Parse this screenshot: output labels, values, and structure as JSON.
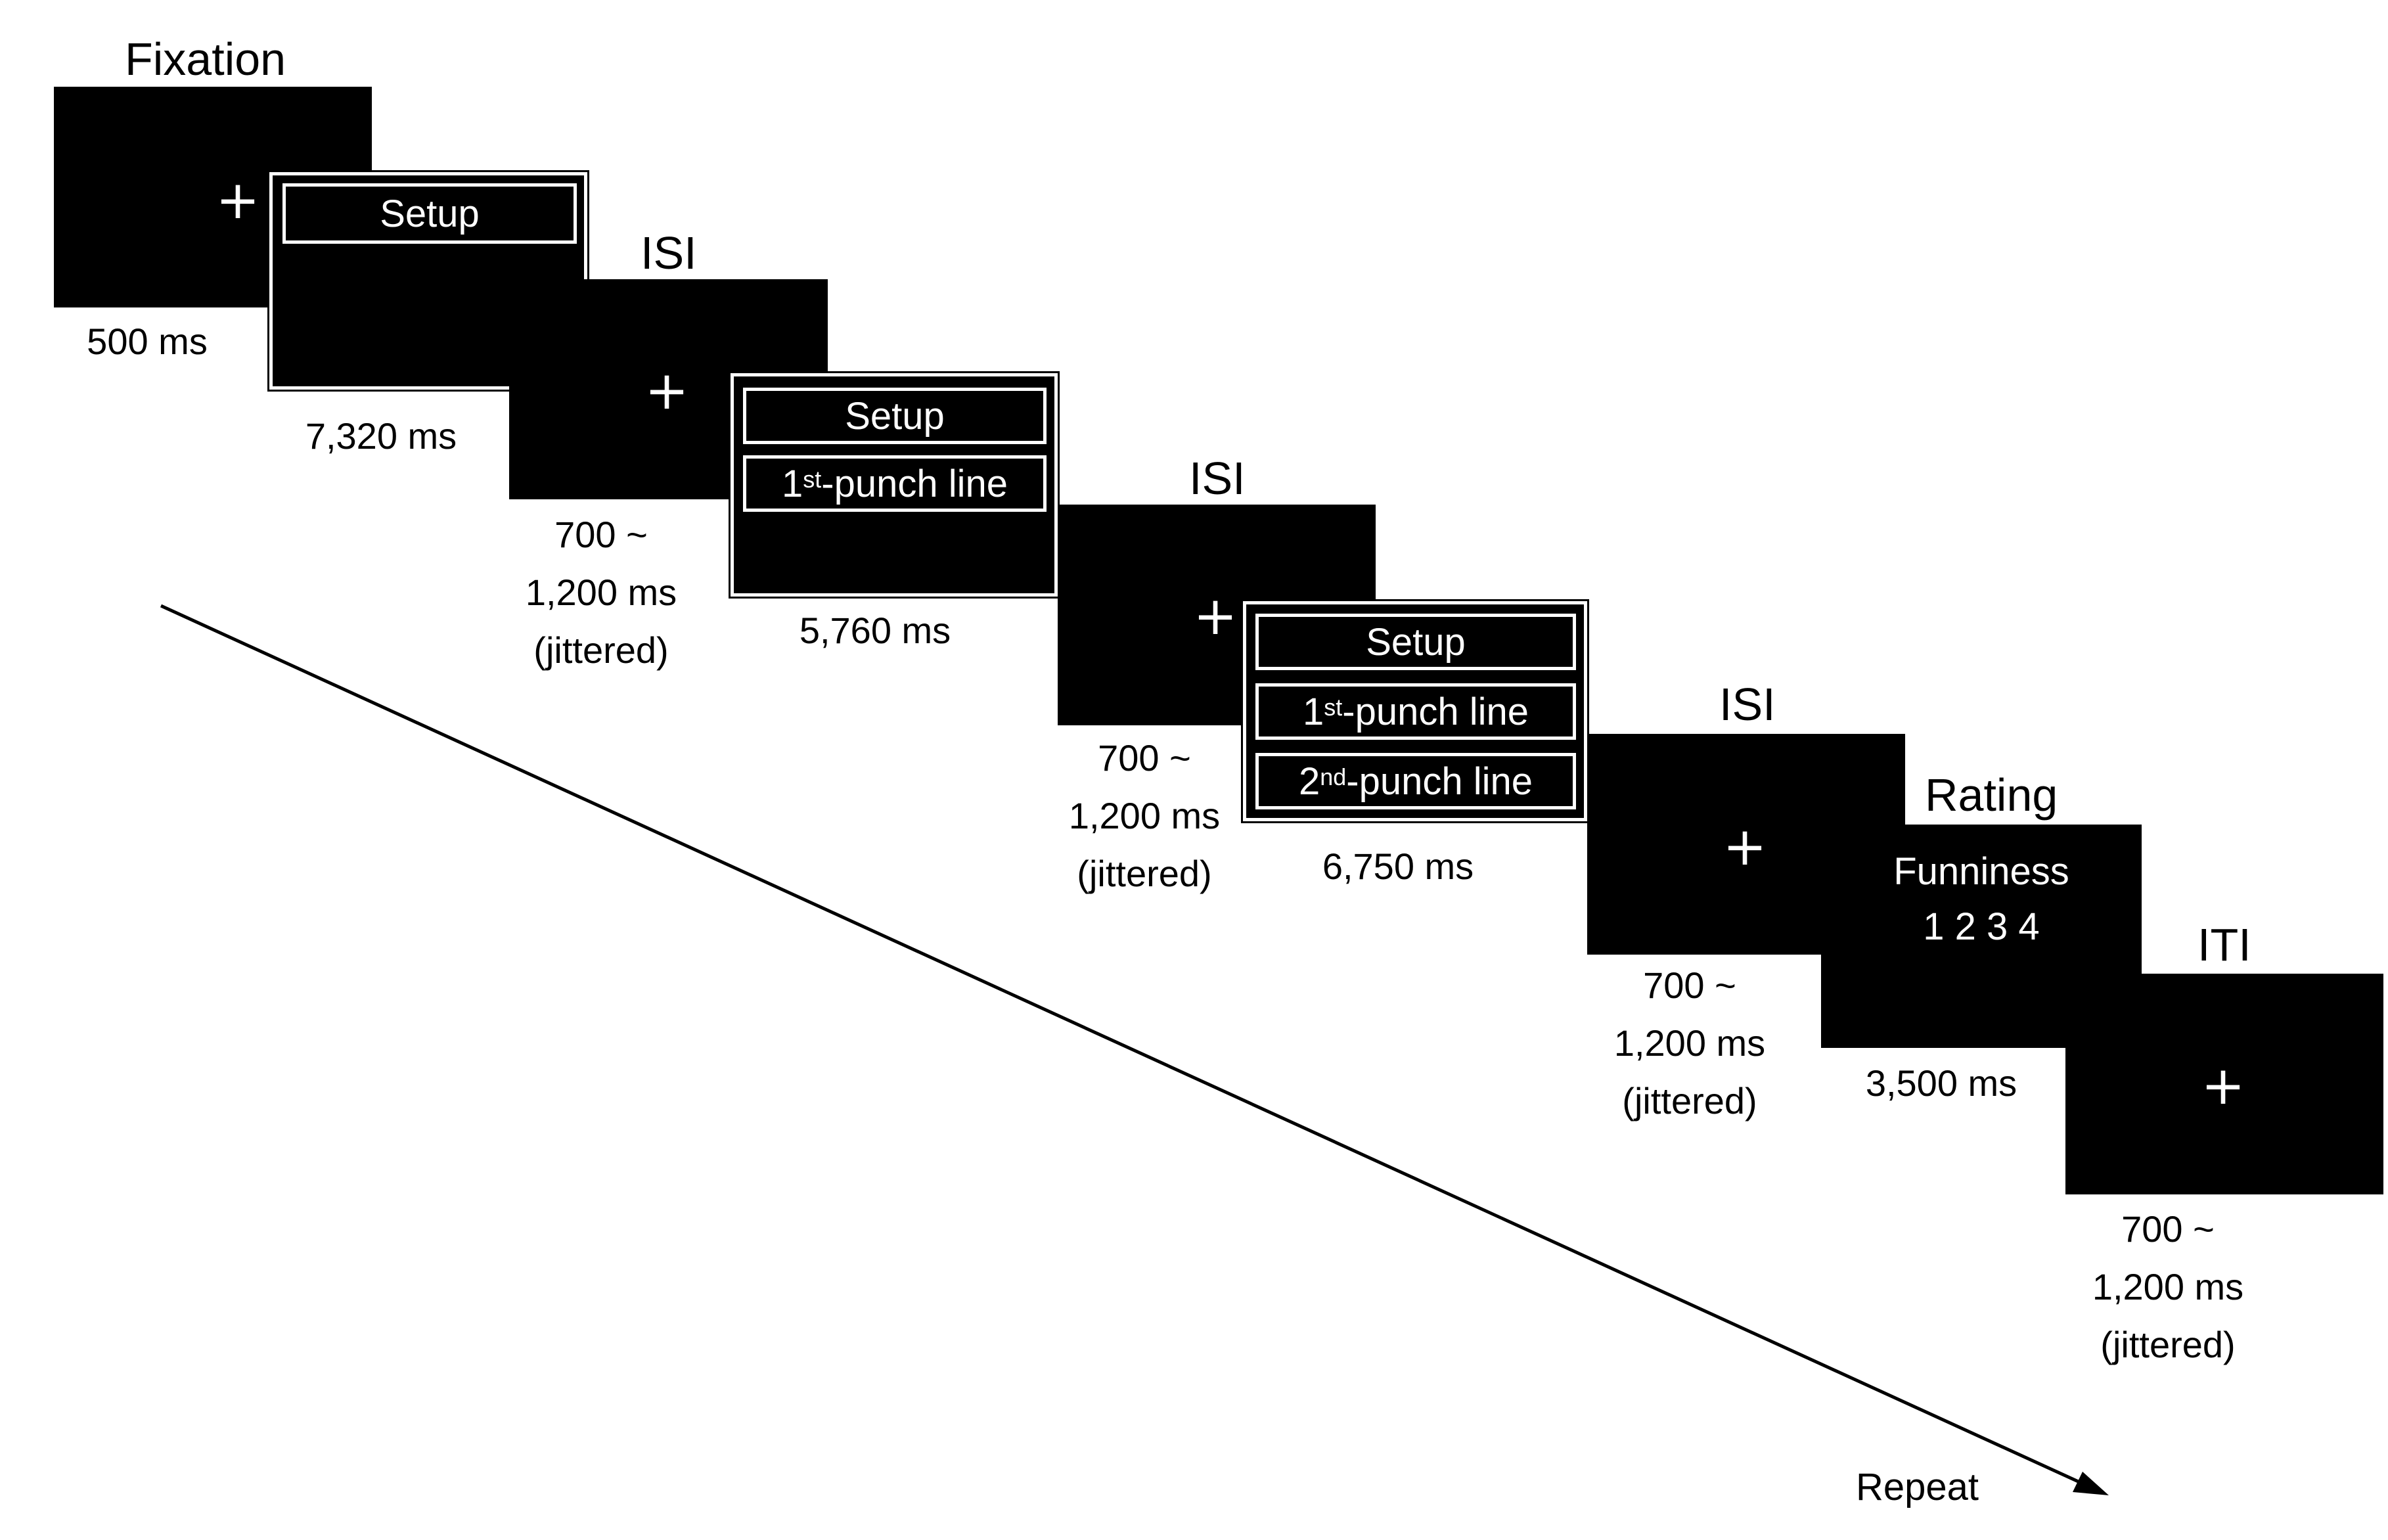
{
  "stages": {
    "fixation": {
      "title": "Fixation",
      "symbol": "+",
      "duration": "500 ms"
    },
    "setup": {
      "box1": "Setup",
      "duration": "7,320 ms"
    },
    "isi1": {
      "title": "ISI",
      "symbol": "+",
      "duration_lines": [
        "700 ~",
        "1,200 ms",
        "(jittered)"
      ]
    },
    "punch1": {
      "box1": "Setup",
      "box2_num": "1",
      "box2_sup": "st",
      "box2_rest": "-punch line",
      "duration": "5,760 ms"
    },
    "isi2": {
      "title": "ISI",
      "symbol": "+",
      "duration_lines": [
        "700 ~",
        "1,200 ms",
        "(jittered)"
      ]
    },
    "punch2": {
      "box1": "Setup",
      "box2_num": "1",
      "box2_sup": "st",
      "box2_rest": "-punch line",
      "box3_num": "2",
      "box3_sup": "nd",
      "box3_rest": "-punch line",
      "duration": "6,750 ms"
    },
    "isi3": {
      "title": "ISI",
      "symbol": "+",
      "duration_lines": [
        "700 ~",
        "1,200 ms",
        "(jittered)"
      ]
    },
    "rating": {
      "title": "Rating",
      "line1": "Funniness",
      "line2": "1 2 3 4",
      "duration": "3,500 ms"
    },
    "iti": {
      "title": "ITI",
      "symbol": "+",
      "duration_lines": [
        "700 ~",
        "1,200 ms",
        "(jittered)"
      ]
    }
  },
  "repeat_label": "Repeat"
}
